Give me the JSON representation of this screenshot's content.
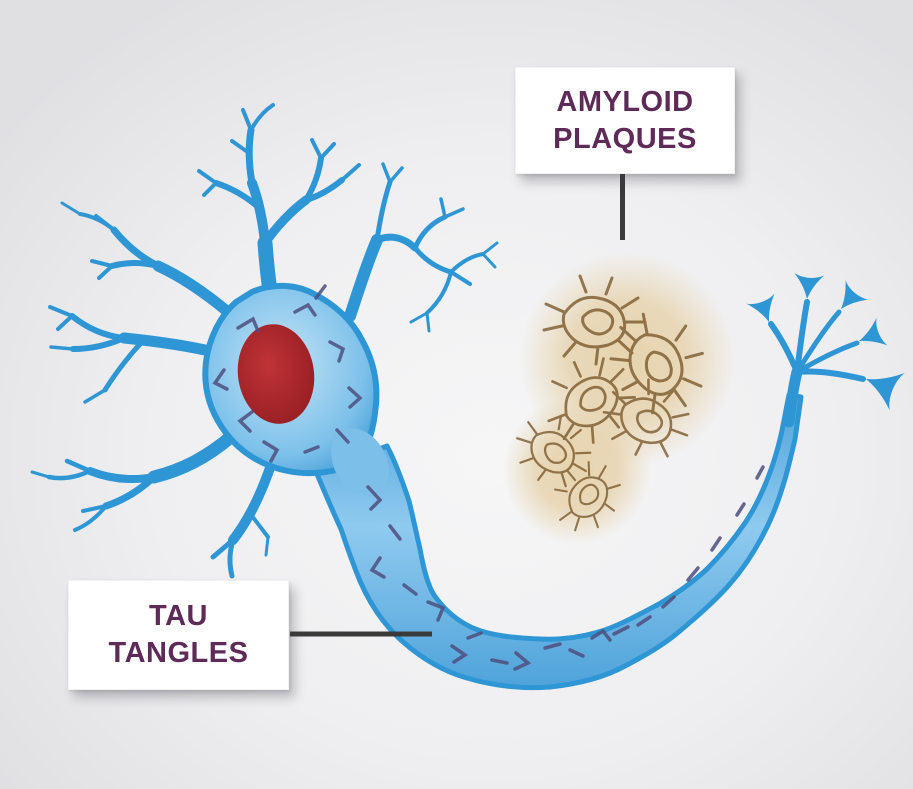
{
  "labels": {
    "amyloid": {
      "line1": "AMYLOID",
      "line2": "PLAQUES"
    },
    "tau": {
      "line1": "TAU",
      "line2": "TANGLES"
    }
  },
  "colors": {
    "label_text": "#5e2a58",
    "label_bg": "#ffffff",
    "connector_dark": "#3a3a3a",
    "neuron_outline": "#2e96d5",
    "soma_fill_light": "#c4e4f6",
    "soma_fill_mid": "#7cc0ea",
    "axon_edge": "#4fa3da",
    "axon_center": "#8fcaef",
    "nucleus_center": "#c03336",
    "nucleus_edge": "#971f24",
    "tangle_purple": "#4e4f7e",
    "plaque_halo": "#e6d2ab",
    "plaque_fiber": "#7c5a2d",
    "bg_center": "#f6f6f7",
    "bg_mid": "#efeff1",
    "bg_edge": "#e0e0e3"
  }
}
